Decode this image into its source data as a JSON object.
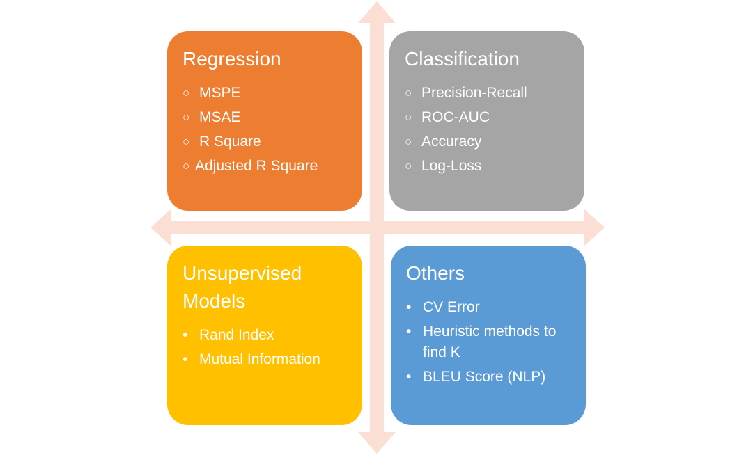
{
  "colors": {
    "axis_arrow": "#FBDFD5",
    "regression": "#ED7D31",
    "classification": "#A5A5A5",
    "unsupervised": "#FFC000",
    "others": "#5B9BD5",
    "text": "#FFFFFF"
  },
  "quadrants": {
    "regression": {
      "title": "Regression",
      "bullet": "circle-bullet-icon",
      "items": [
        "MSPE",
        "MSAE",
        "R Square",
        "Adjusted R Square"
      ]
    },
    "classification": {
      "title": "Classification",
      "bullet": "circle-bullet-icon",
      "items": [
        "Precision-Recall",
        "ROC-AUC",
        "Accuracy",
        "Log-Loss"
      ]
    },
    "unsupervised": {
      "title": "Unsupervised Models",
      "bullet": "dot-bullet-icon",
      "items": [
        "Rand Index",
        "Mutual Information"
      ]
    },
    "others": {
      "title": "Others",
      "bullet": "dot-bullet-icon",
      "items": [
        "CV Error",
        "Heuristic methods to find K",
        "BLEU Score (NLP)"
      ]
    }
  }
}
